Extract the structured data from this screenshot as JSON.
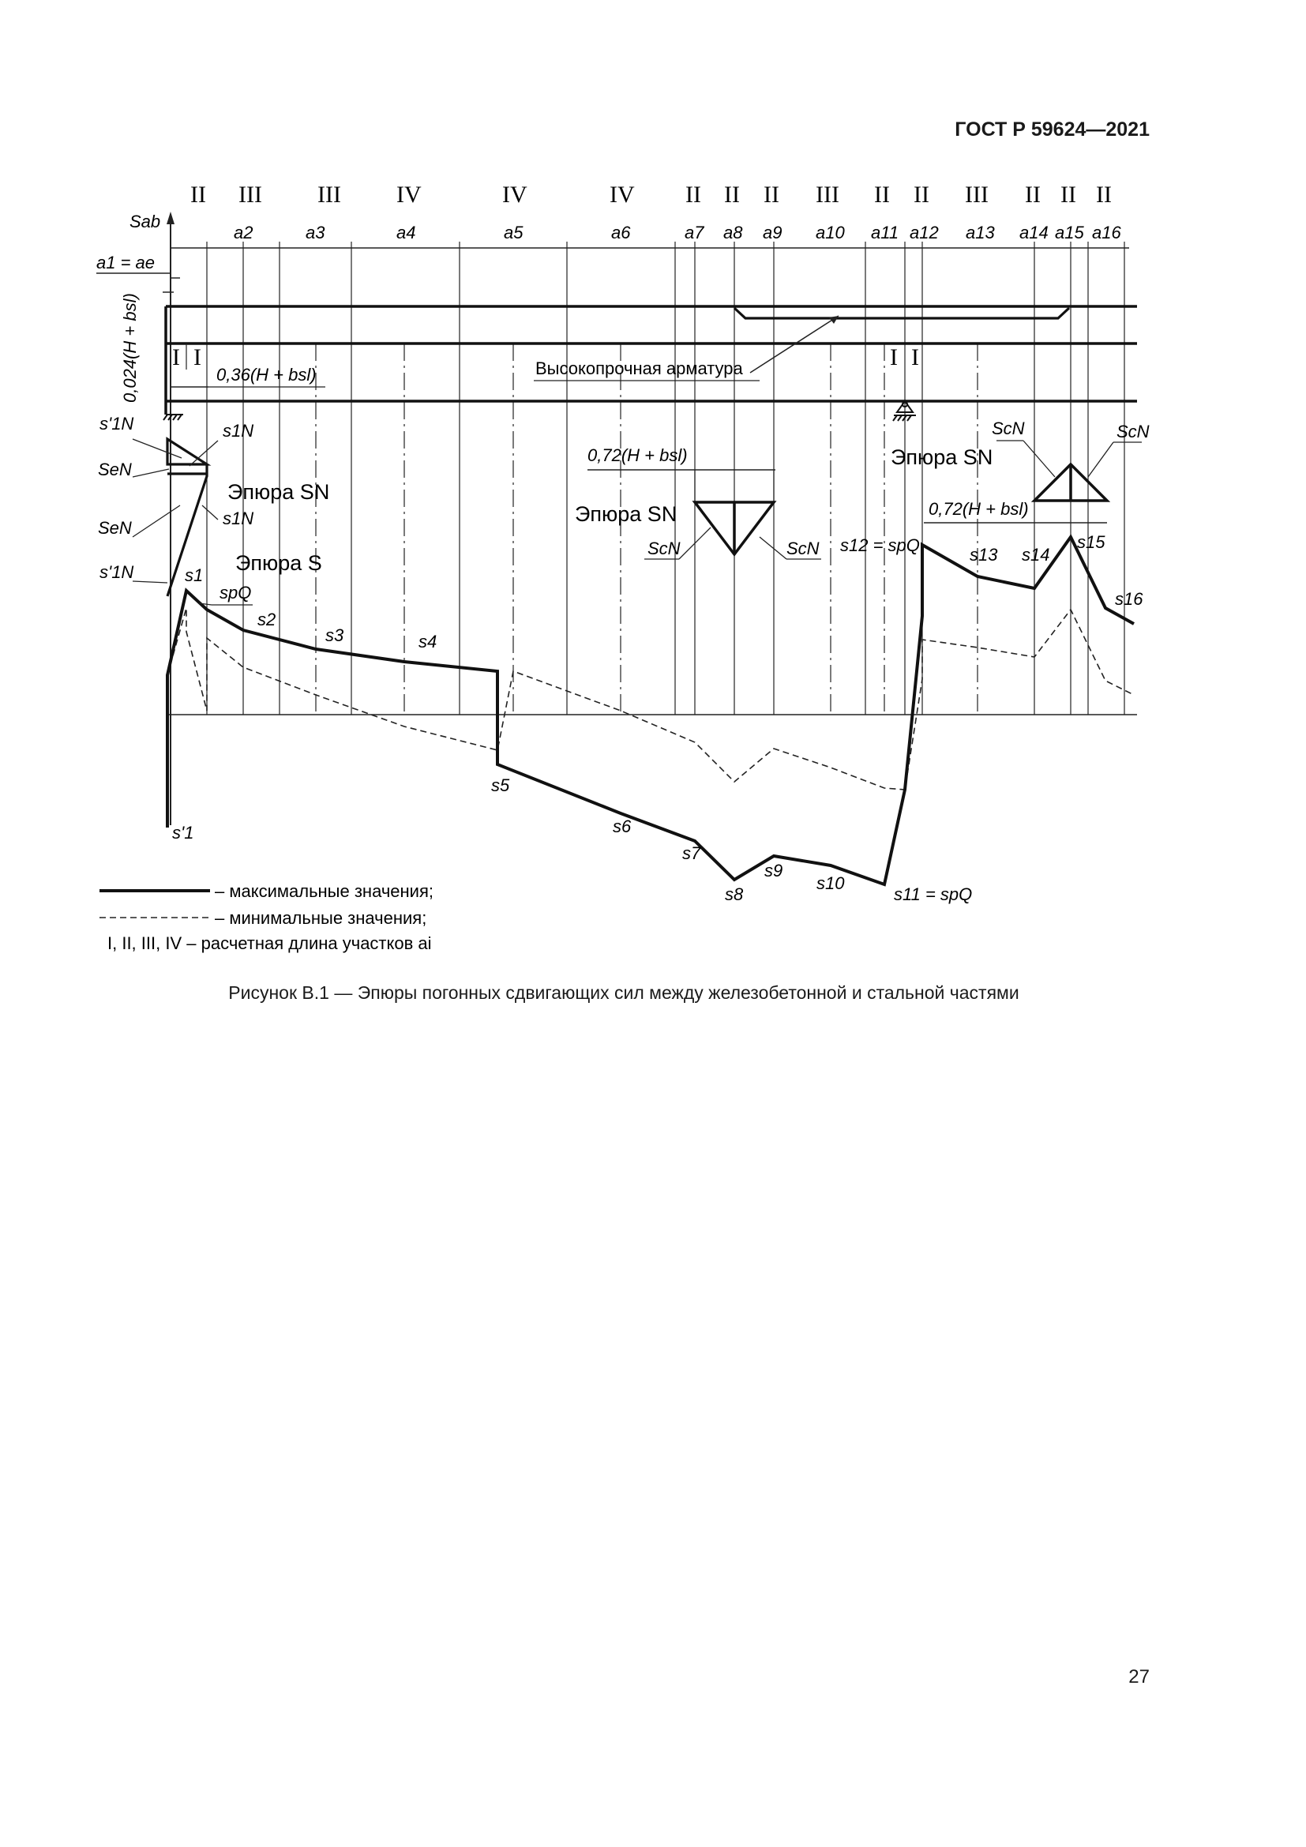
{
  "document": {
    "code": "ГОСТ Р 59624—2021",
    "page_number": "27",
    "caption": "Рисунок В.1 — Эпюры погонных сдвигающих сил между железобетонной и стальной частями"
  },
  "figure": {
    "zones": [
      "II",
      "III",
      "III",
      "IV",
      "IV",
      "IV",
      "II",
      "II",
      "II",
      "III",
      "II",
      "II",
      "III",
      "II",
      "II",
      "II"
    ],
    "segments": [
      "a2",
      "a3",
      "a4",
      "a5",
      "a6",
      "a7",
      "a8",
      "a9",
      "a10",
      "a11",
      "a12",
      "a13",
      "a14",
      "a15",
      "a16"
    ],
    "labels": {
      "s_ab": "Sab",
      "a1_ae": "a1 = ae",
      "dim_024": "0,024(H + bsl)",
      "dim_036": "0,36(H + bsl)",
      "dim_072_a": "0,72(H + bsl)",
      "dim_072_b": "0,72(H + bsl)",
      "rebar": "Высокопрочная арматура",
      "epure_SN_left": "Эпюра SN",
      "epure_S": "Эпюра S",
      "epure_SN_mid": "Эпюра SN",
      "epure_SN_right": "Эпюра SN",
      "small_zone_I": "I"
    },
    "points": {
      "s1": "s1",
      "s1_prime": "s'1",
      "s1N": "s1N",
      "spQ": "spQ",
      "s2": "s2",
      "s3": "s3",
      "s4": "s4",
      "s5": "s5",
      "s6": "s6",
      "s7": "s7",
      "s8": "s8",
      "s9": "s9",
      "s10": "s10",
      "s11": "s11 = spQ",
      "s12": "s12 = spQ",
      "s13": "s13",
      "s14": "s14",
      "s15": "s15",
      "s16": "s16",
      "seN": "SeN",
      "s1N_prime": "s'1N",
      "scN": "ScN"
    },
    "legend": {
      "max": "– максимальные значения;",
      "min": "– минимальные значения;",
      "zones": "I, II, III, IV – расчетная длина участков ai"
    }
  }
}
